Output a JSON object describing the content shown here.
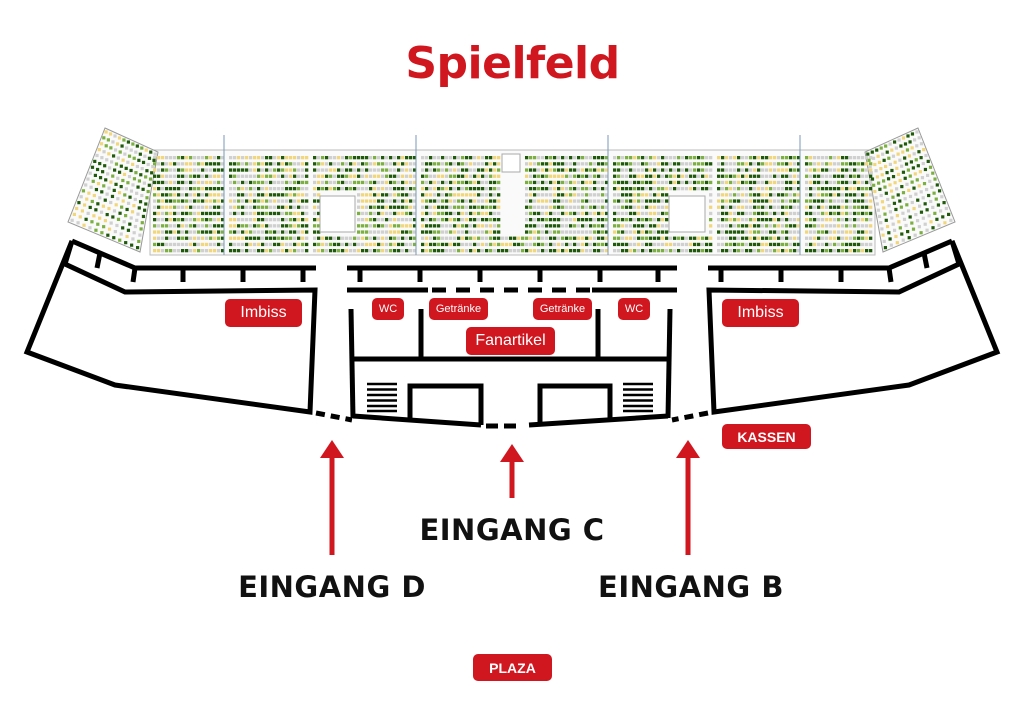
{
  "title": "Spielfeld",
  "colors": {
    "accent": "#d0161e",
    "wall": "#000000",
    "seat_dark": "#1f5a0a",
    "seat_green": "#7bb040",
    "seat_yellow": "#f2d77a",
    "seat_grey": "#d0d0d0"
  },
  "facilities": {
    "imbiss_left": "Imbiss",
    "imbiss_right": "Imbiss",
    "wc_left": "WC",
    "wc_right": "WC",
    "getraenke_left": "Getränke",
    "getraenke_right": "Getränke",
    "fanartikel": "Fanartikel",
    "kassen": "KASSEN",
    "plaza": "PLAZA"
  },
  "entrances": {
    "c": "EINGANG C",
    "d": "EINGANG D",
    "b": "EINGANG B"
  }
}
